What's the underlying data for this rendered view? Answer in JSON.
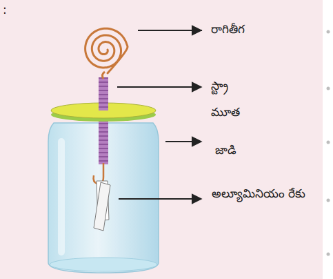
{
  "diagram": {
    "labels": [
      ":",
      "రాగితీగ",
      "స్ట్రా",
      "మూత",
      "జాడి",
      "అల్యూమినియం రేకు"
    ]
  }
}
